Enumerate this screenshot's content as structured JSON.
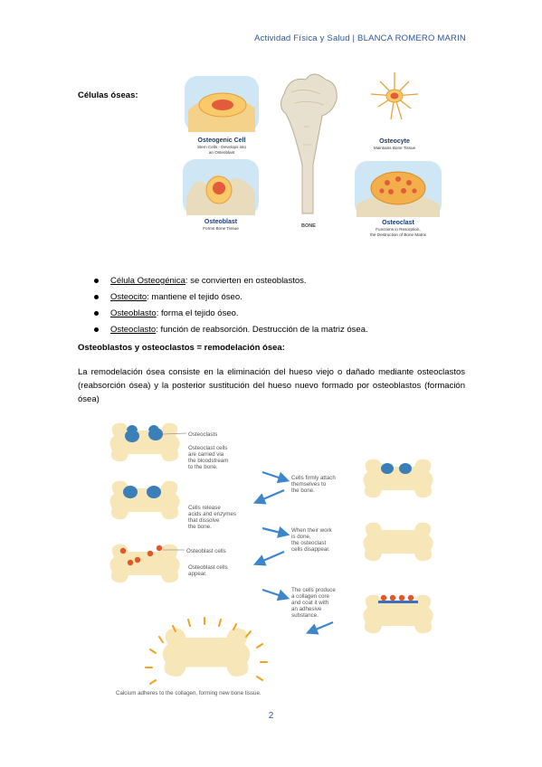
{
  "header": "Actividad Física y Salud | BLANCA ROMERO MARIN",
  "section_title": "Células óseas:",
  "figure1": {
    "osteogenic": {
      "title": "Osteogenic Cell",
      "sub1": "Stem Cells - Develops into",
      "sub2": "an Osteoblast"
    },
    "osteocyte": {
      "title": "Osteocyte",
      "sub1": "Maintains Bone Tissue"
    },
    "osteoblast": {
      "title": "Osteoblast",
      "sub1": "Forms Bone Tissue"
    },
    "osteoclast": {
      "title": "Osteoclast",
      "sub1": "Functions in Resorption,",
      "sub2": "the Destruction of Bone Matrix"
    },
    "bone": "BONE"
  },
  "bullets": [
    {
      "term": "Célula Osteogénica",
      "desc": ": se convierten en osteoblastos."
    },
    {
      "term": "Osteocito",
      "desc": ": mantiene el tejido óseo."
    },
    {
      "term": "Osteoblasto",
      "desc": ": forma el tejido óseo."
    },
    {
      "term": "Osteoclasto",
      "desc": ": función de reabsorción. Destrucción de la matriz ósea."
    }
  ],
  "subheading": "Osteoblastos y osteoclastos = remodelación ósea:",
  "paragraph": "La remodelación ósea consiste en la eliminación del hueso viejo o dañado mediante osteoclastos (reabsorción ósea) y la posterior sustitución del hueso nuevo formado por osteoblastos (formación ósea)",
  "figure2": {
    "label_osteoclasts": "Osteoclasts",
    "step1": [
      "Osteoclast cells",
      "are carried via",
      "the bloodstream",
      "to the bone."
    ],
    "step2": [
      "Cells firmly attach",
      "themselves to",
      "the bone."
    ],
    "step3": [
      "Cells release",
      "acids and enzymes",
      "that dissolve",
      "the bone."
    ],
    "step4": [
      "When their work",
      "is done,",
      "the osteoclast",
      "cells disappear."
    ],
    "label_osteoblast": "Osteoblast cells",
    "step5": [
      "Osteoblast cells",
      "appear."
    ],
    "step6": [
      "The cells produce",
      "a collagen core",
      "and coat it with",
      "an adhesive",
      "substance."
    ],
    "caption": "Calcium adheres to the collagen, forming new bone tissue."
  },
  "page_number": "2",
  "colors": {
    "header": "#2f5597",
    "bone": "#f7e7b8",
    "osteoclast": "#3a7fb8",
    "osteoblast": "#e2572a",
    "arrow": "#3d86cc"
  }
}
